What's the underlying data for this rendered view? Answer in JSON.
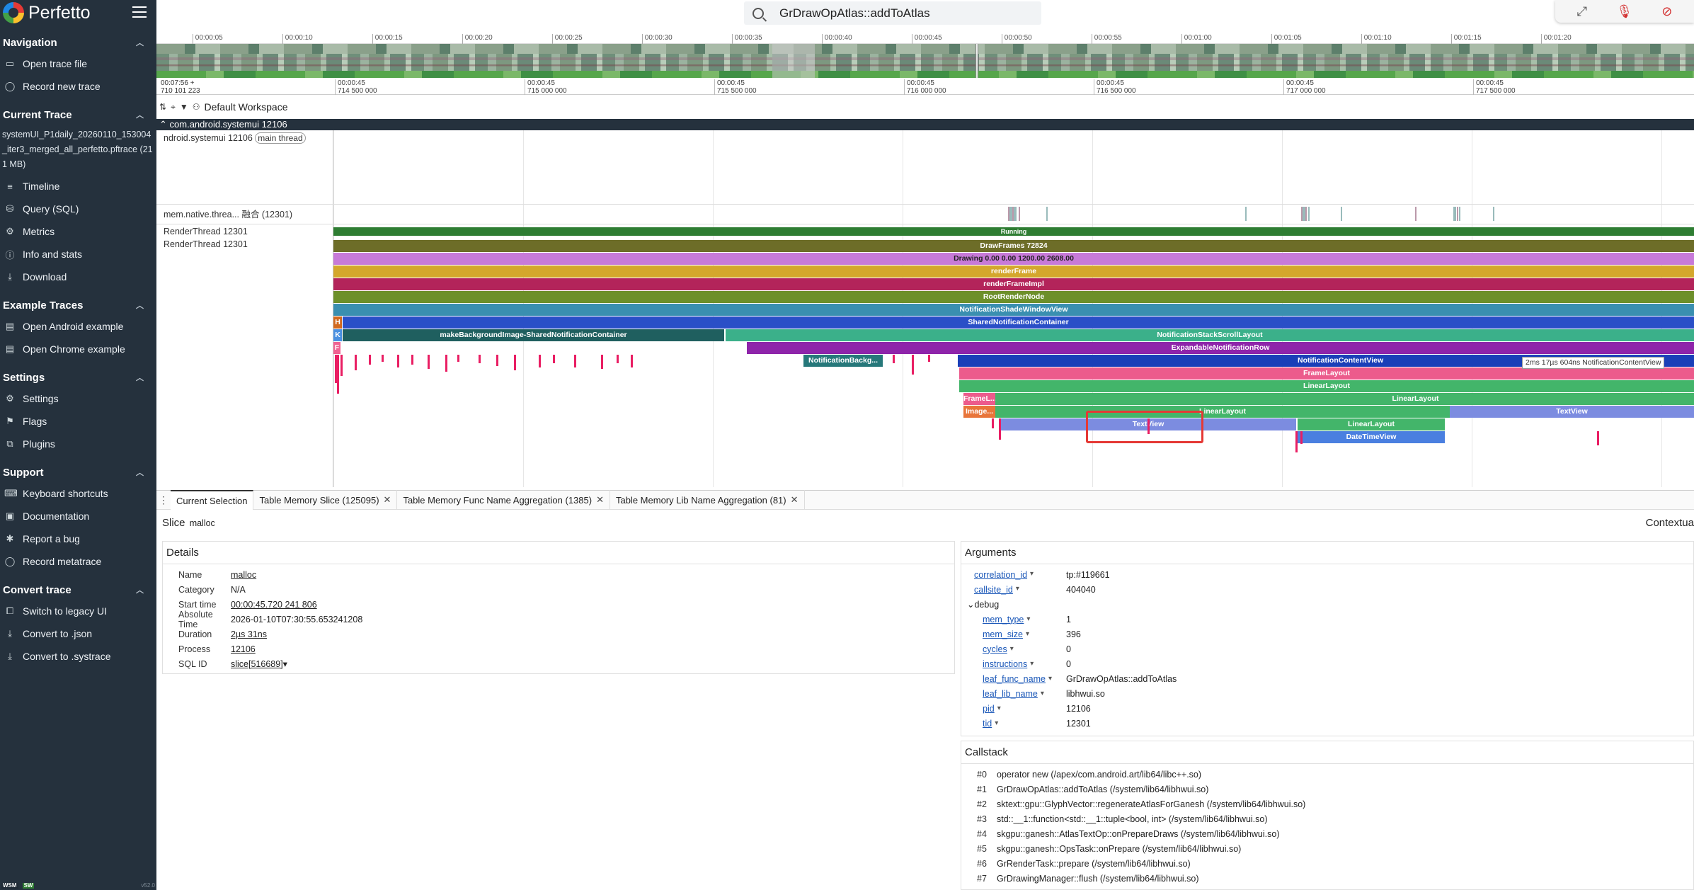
{
  "app": {
    "name": "Perfetto"
  },
  "sidebar": {
    "sections": [
      {
        "title": "Navigation",
        "items": [
          {
            "label": "Open trace file",
            "icon": "folder-icon"
          },
          {
            "label": "Record new trace",
            "icon": "record-icon"
          }
        ]
      },
      {
        "title": "Current Trace",
        "info": "systemUI_P1daily_20260110_153004_iter3_merged_all_perfetto.pftrace (211 MB)",
        "items": [
          {
            "label": "Timeline",
            "icon": "timeline-icon"
          },
          {
            "label": "Query (SQL)",
            "icon": "database-icon"
          },
          {
            "label": "Metrics",
            "icon": "gear-icon"
          },
          {
            "label": "Info and stats",
            "icon": "info-icon"
          },
          {
            "label": "Download",
            "icon": "download-icon"
          }
        ]
      },
      {
        "title": "Example Traces",
        "items": [
          {
            "label": "Open Android example",
            "icon": "file-icon"
          },
          {
            "label": "Open Chrome example",
            "icon": "file-icon"
          }
        ]
      },
      {
        "title": "Settings",
        "items": [
          {
            "label": "Settings",
            "icon": "gear-icon"
          },
          {
            "label": "Flags",
            "icon": "flag-icon"
          },
          {
            "label": "Plugins",
            "icon": "plugin-icon"
          }
        ]
      },
      {
        "title": "Support",
        "items": [
          {
            "label": "Keyboard shortcuts",
            "icon": "keyboard-icon"
          },
          {
            "label": "Documentation",
            "icon": "book-icon"
          },
          {
            "label": "Report a bug",
            "icon": "bug-icon"
          },
          {
            "label": "Record metatrace",
            "icon": "record-icon"
          }
        ]
      },
      {
        "title": "Convert trace",
        "items": [
          {
            "label": "Switch to legacy UI",
            "icon": "window-icon"
          },
          {
            "label": "Convert to .json",
            "icon": "download-icon"
          },
          {
            "label": "Convert to .systrace",
            "icon": "download-icon"
          }
        ]
      }
    ],
    "footer": {
      "wsm": "WSM",
      "sw": "SW",
      "version": "v52.0"
    }
  },
  "search": {
    "value": "GrDrawOpAtlas::addToAtlas"
  },
  "overview": {
    "ticks": [
      "00:00:05",
      "00:00:10",
      "00:00:15",
      "00:00:20",
      "00:00:25",
      "00:00:30",
      "00:00:35",
      "00:00:40",
      "00:00:45",
      "00:00:50",
      "00:00:55",
      "00:01:00",
      "00:01:05",
      "00:01:10",
      "00:01:15",
      "00:01:20"
    ]
  },
  "timeline": {
    "left_offset": "00:07:56 +\n710 101 223",
    "ticks": [
      "00:00:45\n714 500 000",
      "00:00:45\n715 000 000",
      "00:00:45\n715 500 000",
      "00:00:45\n716 000 000",
      "00:00:45\n716 500 000",
      "00:00:45\n717 000 000",
      "00:00:45\n717 500 000"
    ],
    "workspace": "Default Workspace",
    "process_header": "com.android.systemui 12106",
    "tracks": {
      "main_thread": "ndroid.systemui 12106",
      "main_thread_tag": "main thread",
      "mem": "mem.native.threa... 融合 (12301)",
      "rt1": "RenderThread 12301",
      "rt2": "RenderThread 12301"
    },
    "slices": {
      "running": "Running",
      "drawframes": "DrawFrames 72824",
      "drawing": "Drawing  0.00  0.00 1200.00 2608.00",
      "renderframe": "renderFrame",
      "renderframeimpl": "renderFrameImpl",
      "rootrendernode": "RootRenderNode",
      "nsw": "NotificationShadeWindowView",
      "snc": "SharedNotificationContainer",
      "h": "H",
      "k": "K",
      "f": "F",
      "mbi": "makeBackgroundImage-SharedNotificationContainer",
      "nssl": "NotificationStackScrollLayout",
      "enr": "ExpandableNotificationRow",
      "nbg": "NotificationBackg...",
      "ncv": "NotificationContentView",
      "framelayout": "FrameLayout",
      "linear1": "LinearLayout",
      "linear2": "LinearLayout",
      "linear3": "LinearLayout",
      "linear4": "LinearLayout",
      "framel_small": "FrameL...",
      "image_small": "Image...",
      "textview1": "TextView",
      "textview2": "TextView",
      "datetime": "DateTimeView"
    },
    "tooltip": "2ms 17µs 604ns NotificationContentView"
  },
  "bottom_tabs": [
    {
      "label": "Current Selection",
      "closable": false,
      "active": true
    },
    {
      "label": "Table Memory Slice (125095)",
      "closable": true
    },
    {
      "label": "Table Memory Func Name Aggregation (1385)",
      "closable": true
    },
    {
      "label": "Table Memory Lib Name Aggregation (81)",
      "closable": true
    }
  ],
  "selection": {
    "title": "Slice",
    "subtitle": "malloc",
    "contextual": "Contextua",
    "details_title": "Details",
    "details": [
      {
        "k": "Name",
        "v": "malloc",
        "link": true
      },
      {
        "k": "Category",
        "v": "N/A",
        "link": false
      },
      {
        "k": "Start time",
        "v": "00:00:45.720 241 806",
        "link": true
      },
      {
        "k": "Absolute Time",
        "v": "2026-01-10T07:30:55.653241208",
        "link": false
      },
      {
        "k": "Duration",
        "v": "2µs 31ns",
        "link": true
      },
      {
        "k": "Process",
        "v": "12106",
        "link": true
      },
      {
        "k": "SQL ID",
        "v": "slice[516689]",
        "link": true
      }
    ],
    "args_title": "Arguments",
    "args_top": [
      {
        "k": "correlation_id",
        "v": "tp:#119661"
      },
      {
        "k": "callsite_id",
        "v": "404040"
      }
    ],
    "debug_label": "debug",
    "args_debug": [
      {
        "k": "mem_type",
        "v": "1"
      },
      {
        "k": "mem_size",
        "v": "396"
      },
      {
        "k": "cycles",
        "v": "0"
      },
      {
        "k": "instructions",
        "v": "0"
      },
      {
        "k": "leaf_func_name",
        "v": "GrDrawOpAtlas::addToAtlas"
      },
      {
        "k": "leaf_lib_name",
        "v": "libhwui.so"
      },
      {
        "k": "pid",
        "v": "12106"
      },
      {
        "k": "tid",
        "v": "12301"
      }
    ],
    "callstack_title": "Callstack",
    "callstack": [
      {
        "n": "#0",
        "f": "operator new (/apex/com.android.art/lib64/libc++.so)"
      },
      {
        "n": "#1",
        "f": "GrDrawOpAtlas::addToAtlas (/system/lib64/libhwui.so)"
      },
      {
        "n": "#2",
        "f": "sktext::gpu::GlyphVector::regenerateAtlasForGanesh (/system/lib64/libhwui.so)"
      },
      {
        "n": "#3",
        "f": "std::__1::function<std::__1::tuple<bool, int> (/system/lib64/libhwui.so)"
      },
      {
        "n": "#4",
        "f": "skgpu::ganesh::AtlasTextOp::onPrepareDraws (/system/lib64/libhwui.so)"
      },
      {
        "n": "#5",
        "f": "skgpu::ganesh::OpsTask::onPrepare (/system/lib64/libhwui.so)"
      },
      {
        "n": "#6",
        "f": "GrRenderTask::prepare (/system/lib64/libhwui.so)"
      },
      {
        "n": "#7",
        "f": "GrDrawingManager::flush (/system/lib64/libhwui.so)"
      }
    ]
  }
}
